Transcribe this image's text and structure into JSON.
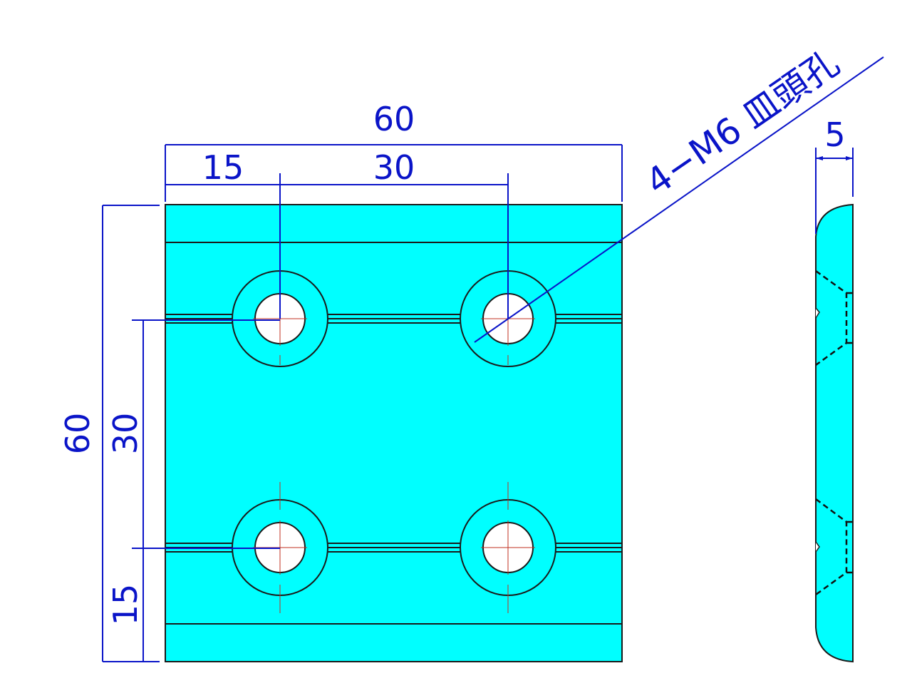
{
  "drawing": {
    "title": "Plate with 4 countersunk holes",
    "colors": {
      "part_fill": "#00ffff",
      "outline": "#1a1a1a",
      "dimension": "#0a14c8",
      "centerline": "#c03020",
      "hole_fill": "#ffffff"
    },
    "dimensions": {
      "overall_width": "60",
      "hole_offset_x": "15",
      "hole_pitch_x": "30",
      "overall_height": "60",
      "hole_pitch_y": "30",
      "hole_offset_y": "15",
      "thickness": "5"
    },
    "callout": {
      "hole_note": "4−M6 皿頭孔"
    },
    "holes": [
      {
        "id": "top-left"
      },
      {
        "id": "top-right"
      },
      {
        "id": "bottom-left"
      },
      {
        "id": "bottom-right"
      }
    ]
  }
}
